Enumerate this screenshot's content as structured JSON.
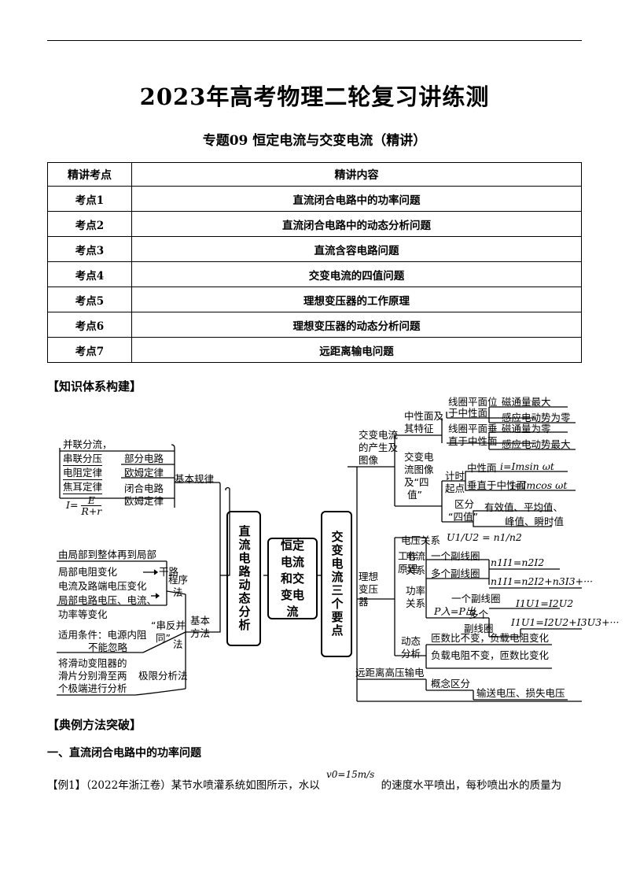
{
  "document": {
    "title": "2023年高考物理二轮复习讲练测",
    "subtitle": "专题09  恒定电流与交变电流（精讲）"
  },
  "outline_table": {
    "headers": [
      "精讲考点",
      "精讲内容"
    ],
    "rows": [
      {
        "point": "考点1",
        "content": "直流闭合电路中的功率问题"
      },
      {
        "point": "考点2",
        "content": "直流闭合电路中的动态分析问题"
      },
      {
        "point": "考点3",
        "content": "直流含容电路问题"
      },
      {
        "point": "考点4",
        "content": "交变电流的四值问题"
      },
      {
        "point": "考点5",
        "content": "理想变压器的工作原理"
      },
      {
        "point": "考点6",
        "content": "理想变压器的动态分析问题"
      },
      {
        "point": "考点7",
        "content": "远距离输电问题"
      }
    ]
  },
  "sections": {
    "knowledge": "【知识体系构建】",
    "methods": "【典例方法突破】",
    "heading1": "一、直流闭合电路中的功率问题"
  },
  "mindmap": {
    "center": "恒定电流和交变电流",
    "left_branch": "直流电路动态分析",
    "right_branch": "交变电流三个要点",
    "left": {
      "basic_law": "基本规律",
      "parallel": "并联分流，",
      "series": "串联分压",
      "resistance_law": "电阻定律",
      "joule_law": "焦耳定律",
      "partial_circuit": "部分电路",
      "ohm1": "欧姆定律",
      "closed_circuit": "闭合电路",
      "ohm2": "欧姆定律",
      "formula_I": "I=",
      "formula_num": "E",
      "formula_den": "R+r",
      "method_l1": "由局部到整体再到局部",
      "method_l2": "局部电阻变化",
      "method_l3": "电流及路端电压变化",
      "method_l4": "局部电路电压、电流、",
      "method_l5": "功率等变化",
      "main_road": "干路",
      "procedure": "程序",
      "procedure2": "法",
      "basic_method": "基本",
      "basic_method2": "方法",
      "condition1": "适用条件：电源内阻",
      "condition2": "不能忽略",
      "series_parallel": "“串反并",
      "series_parallel2": "同”",
      "law_fa": "法",
      "limit1": "将滑动变阻器的",
      "limit2": "滑片分别滑至两",
      "limit3": "个极端进行分析",
      "limit_method": "极限分析法"
    },
    "right": {
      "generation1": "交变电流",
      "generation2": "的产生及",
      "generation3": "图像",
      "neutral1": "中性面及",
      "neutral2": "其特征",
      "coil_pos1": "线圈平面位",
      "coil_pos2": "于中性面",
      "flux_max": "磁通量最大",
      "emf_zero": "感应电动势为零",
      "coil_perp1": "线圈平面垂",
      "coil_perp2": "直于中性面",
      "flux_zero": "磁通量为零",
      "emf_max": "感应电动势最大",
      "image1": "交变电",
      "image2": "流图像",
      "image3": "及“四",
      "image4": "值”",
      "timing1": "计时",
      "timing2": "起点",
      "neutral_plane": "中性面",
      "formula_sin": "i=Imsin ωt",
      "perp_neutral": "垂直于中性面",
      "formula_cos": "i=Imcos ωt",
      "distinguish1": "区分",
      "distinguish2": "“四值”",
      "four_values1": "有效值、平均值、",
      "four_values2": "峰值、瞬时值",
      "transformer1": "理想",
      "transformer2": "变压",
      "transformer3": "器",
      "working1": "工作",
      "working2": "原理",
      "voltage_rel": "电压关系",
      "voltage_formula": "U1/U2 = n1/n2",
      "current1": "电流",
      "current2": "关系",
      "one_secondary": "一个副线圈",
      "f_one": "n1I1=n2I2",
      "multi_secondary": "多个副线圈",
      "f_multi": "n1I1=n2I2+n3I3+···",
      "power1": "功率",
      "power2": "关系",
      "p_formula": "P入=P出",
      "one_secondary2": "一个副线圈",
      "f_power_one": "I1U1=I2U2",
      "multi_secondary2a": "多个",
      "multi_secondary2b": "副线圈",
      "f_power_multi": "I1U1=I2U2+I3U3+···",
      "dynamic1": "动态",
      "dynamic2": "分析",
      "dyn_a": "匝数比不变，负载电阻变化",
      "dyn_b": "负载电阻不变，匝数比变化",
      "long_distance": "远距离高压输电",
      "concept": "概念区分",
      "transmission": "输送电压、损失电压"
    }
  },
  "example": {
    "label": "【例1】（2022年浙江卷）某节水喷灌系统如图所示，水以",
    "formula": "v0=15m/s",
    "rest": "的速度水平喷出，每秒喷出水的质量为"
  }
}
